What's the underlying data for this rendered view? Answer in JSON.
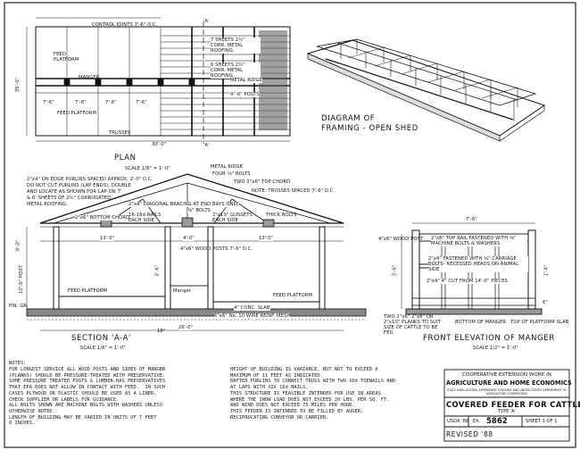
{
  "plan": {
    "title": "PLAN",
    "scale": "SCALE 1/8\" = 1'-0\"",
    "labels": {
      "control_joints": "CONTROL JOINTS 7'-6\" O.C.",
      "cut_a_top": "'A'",
      "cut_a_bottom": "'A'",
      "feed_platform_top": "FEED PLATFORM",
      "manger": "MANGER",
      "feed_platform_bottom": "FEED PLATFORM",
      "trusses": "TRUSSES",
      "roofing_1": "7 SHEETS 2½\" CORR. METAL ROOFING",
      "roofing_2": "6 SHEETS 2½\" CORR. METAL ROOFING",
      "metal_ridge": "METAL RIDGE",
      "posts": "4\"-6\" POSTS",
      "dim_side": "35'-0\"",
      "dim_bottom": "30'-0\"",
      "bay_1": "7'-6\"",
      "bay_2": "7'-6\"",
      "bay_3": "7'-6\"",
      "bay_4": "7'-6\""
    }
  },
  "diagram": {
    "title_1": "DIAGRAM OF",
    "title_2": "FRAMING - OPEN SHED"
  },
  "section": {
    "title": "SECTION 'A-A'",
    "scale": "SCALE 1/8\" = 1'-0\"",
    "labels": {
      "metal_ridge": "METAL RIDGE",
      "four_bolts": "FOUR ⅜\" BOLTS",
      "top_chord": "TWO 2\"x6\" TOP CHORD",
      "trusses_note": "NOTE: TRUSSES SPACED 7'-6\" O.C.",
      "purlins": "2\"x4\" ON EDGE PURLINS SPACED APPROX. 2'-0\" O.C.",
      "purlins_2": "DO NOT CUT PURLINS (LAP ENDS), DOUBLE",
      "purlins_3": "AND LOCATE AS SHOWN FOR LAP ON 7'",
      "purlins_4": "& 6' SHEETS OF 2½\" CORRUGATED",
      "purlins_5": "METAL ROOFING.",
      "diagonal": "2\"x4\" DIAGONAL BRACING AT END BAYS ONLY.",
      "bolts": "⅜\" BOLTS",
      "bottom_chord": "2\"x6\" BOTTOM CHORD",
      "nails": "16-16d NAILS EACH SIDE",
      "gussets": "2\"x10\" GUSSETS EACH SIDE",
      "thick_bolts": "THICK BOLTS",
      "posts": "4\"x6\" WOOD POSTS 7'-6\" O.C.",
      "feed_platform_left": "FEED PLATFORM",
      "feed_platform_right": "FEED PLATFORM",
      "manger": "Manger",
      "conc_slab": "4\" CONC. SLAB",
      "wire_mesh": "6\"x6\" No. 10 WIRE REINF. MESH",
      "fill": "FIN. GR.",
      "dim_13_left": "13'-0\"",
      "dim_13_right": "13'-0\"",
      "dim_4": "4'-0\"",
      "dim_26": "26'-0\"",
      "dim_height": "9'-0\"",
      "dim_post": "10'-0\" POST",
      "dim_vert_1": "2'-6\"",
      "dim_18": "18\""
    }
  },
  "front": {
    "title": "FRONT ELEVATION OF MANGER",
    "scale": "SCALE 1/2\" = 1'-0\"",
    "labels": {
      "span": "7'-6\"",
      "top_rail": "2\"x8\" TOP RAIL FASTENED WITH ⅜\" MACHINE BOLTS & WASHERS.",
      "wood_post": "4\"x6\" WOOD POST",
      "carriage": "2\"x4\" FASTENED WITH ⅜\" CARRIAGE BOLTS- RECESSED HEADS ON ANIMAL SIDE",
      "cut_from": "2\"x4\" 4\" CUT FROM 14'-0\" PIECES",
      "planks": "TWO 2\"x6\" 2\"x8\" OR 2\"x10\" PLANKS TO SUIT SIZE OF CATTLE TO BE FED.",
      "bottom_manger": "BOTTOM OF MANGER",
      "top_platform": "TOP OF PLATFORM SLAB",
      "dim_v1": "3'-6\"",
      "dim_v2": "1'-4\"",
      "dim_v3": "6\""
    }
  },
  "notes": {
    "heading": "NOTES:",
    "col1": [
      "FOR LONGEST SERVICE ALL WOOD POSTS AND SIDES OF MANGER",
      "(PLANKS) SHOULD BE PRESSURE-TREATED WITH PRESERVATIVE.",
      "SOME PRESSURE TREATED POSTS & LUMBER HAS PRESERVATIVES",
      "THAT EPA DOES NOT ALLOW IN CONTACT WITH FEED.  IN SUCH",
      "CASES PLYWOOD OR PLASTIC SHOULD BE USED AS A LINER.",
      "CHECK SUPPLIER OR LABELS FOR GUIDANCE.",
      "ALL BOLTS SHOWN ARE MACHINE BOLTS WITH WASHERS UNLESS",
      "OTHERWISE NOTED.",
      "LENGTH OF BUILDING MAY BE VARIED IN UNITS OF 7 FEET",
      "6 INCHES."
    ],
    "col2": [
      "HEIGHT OF BUILDING IS VARIABLE, BUT NOT TO EXCEED A",
      "MAXIMUM OF 11 FEET AS INDICATED.",
      "RAFTER PURLINS TO CONNECT TRUSS WITH TWO 16d TOENAILS AND",
      "AT LAPS WITH SIX 16d NAILS.",
      "THIS STRUCTURE IS FEASIBLE INTENDED FOR USE IN AREAS",
      "WHERE THE SNOW LOAD DOES NOT EXCEED 20 LBS. PER SQ. FT.",
      "AND WIND DOES NOT EXCEED 75 MILES PER HOUR.",
      "THIS FEEDER IS INTENDED TO BE FILLED BY AUGER,",
      "RECIPROCATING CONVEYOR OR CARRIER."
    ]
  },
  "title_block": {
    "line1": "COOPERATIVE EXTENSION WORK IN",
    "line2": "AGRICULTURE AND HOME ECONOMICS",
    "line3": "STATE AGRICULTURAL EXPERIMENT STATIONS AND UNITED STATES DEPARTMENT OF AGRICULTURE COOPERATING",
    "title": "COVERED FEEDER FOR CATTLE",
    "type": "TYPE 'A'",
    "agency": "USDA '88",
    "ex_label": "EX.",
    "number": "5862",
    "sheet": "SHEET 1 OF 1",
    "revised": "REVISED '88"
  }
}
